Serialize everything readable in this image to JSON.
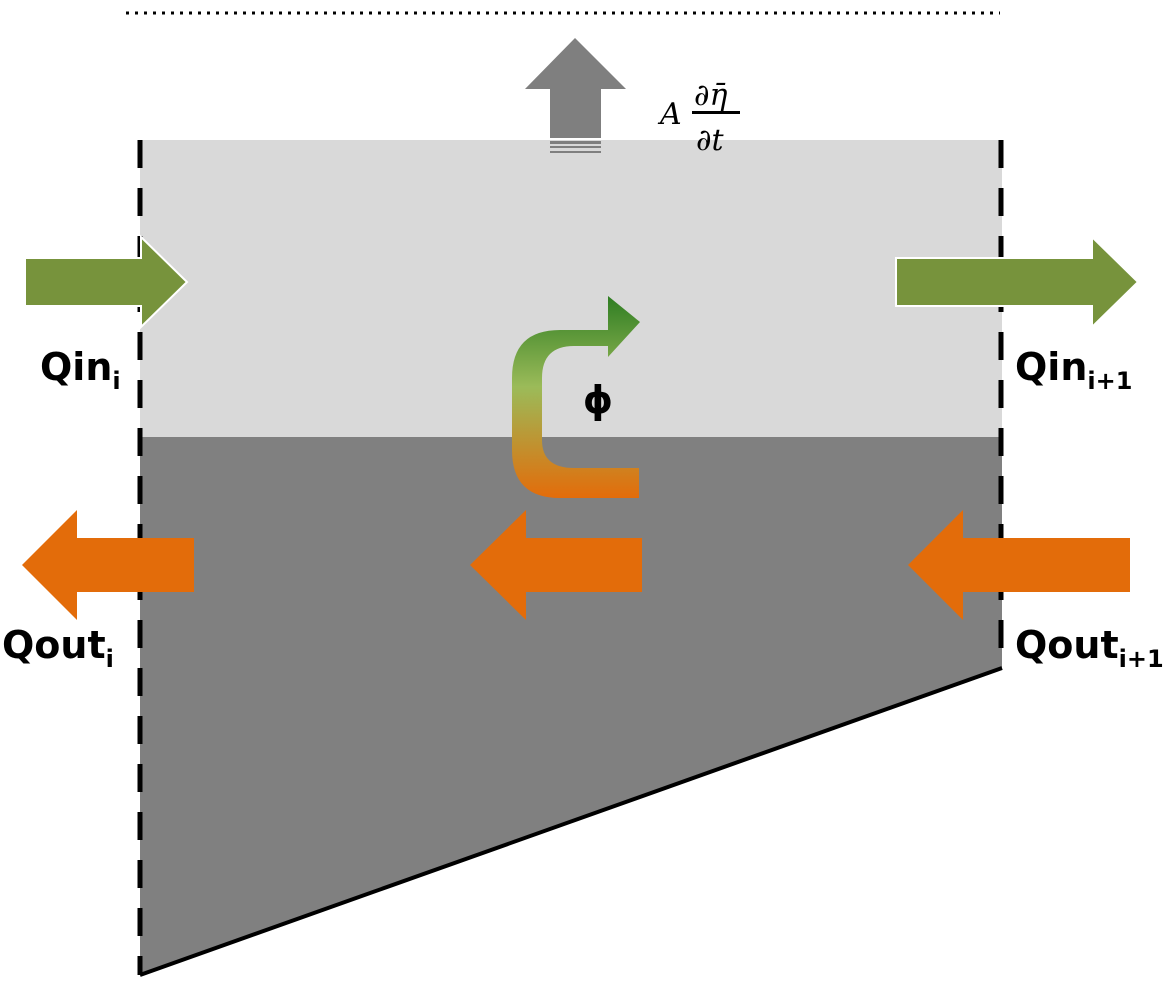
{
  "diagram": {
    "title": "Two-layer control volume flux diagram",
    "colors": {
      "upper_layer": "#d9d9d9",
      "lower_layer": "#808080",
      "inflow_arrow": "#77933c",
      "outflow_arrow": "#e36c0a",
      "exchange_top": "#2e7d22",
      "exchange_mid": "#9bbb59",
      "exchange_bottom": "#e36c0a",
      "surface_arrow": "#7f7f7f",
      "boundary": "#000000"
    },
    "labels": {
      "qin_left": {
        "base": "Qin",
        "sub": "i"
      },
      "qin_right": {
        "base": "Qin",
        "sub": "i+1"
      },
      "qout_left": {
        "base": "Qout",
        "sub": "i"
      },
      "qout_right": {
        "base": "Qout",
        "sub": "i+1"
      },
      "exchange": "ϕ",
      "surface_term": {
        "prefix": "A",
        "numerator": "∂η̄",
        "denominator": "∂t"
      }
    },
    "elements": {
      "surface_line": "free-surface reference (dotted)",
      "upper_layer": "upper layer",
      "lower_layer": "lower layer",
      "bed": "sloping bed"
    }
  }
}
